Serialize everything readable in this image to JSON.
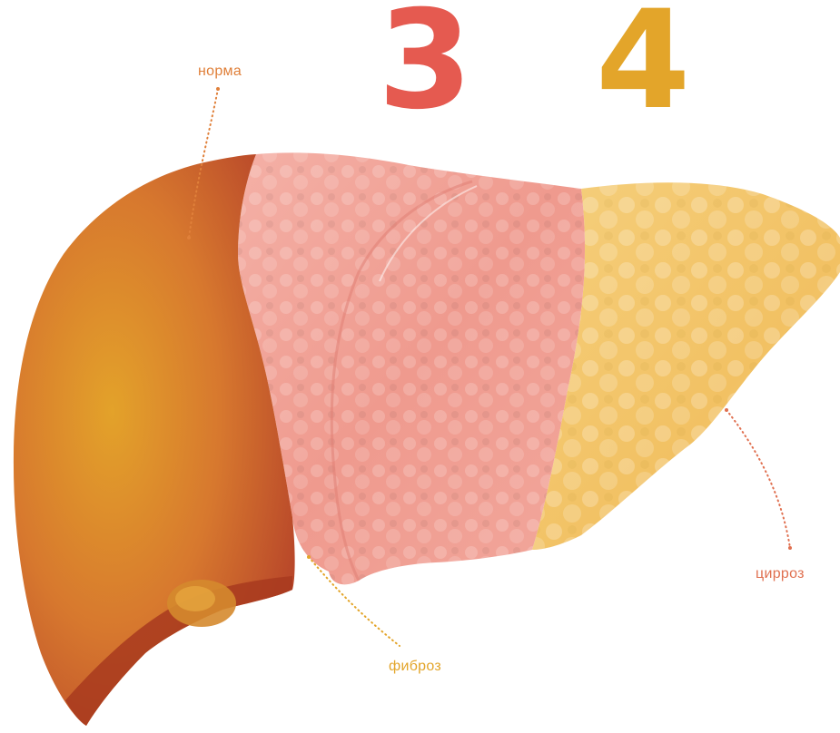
{
  "stages": {
    "three": "3",
    "four": "4"
  },
  "labels": {
    "norma": "норма",
    "fibroz": "фиброз",
    "cirroz": "цирроз"
  },
  "colors": {
    "stage_three": "#e55a50",
    "stage_four": "#e3a52a",
    "label_norma": "#e0803a",
    "label_fibroz": "#e3a52a",
    "label_cirroz": "#e07050",
    "liver_normal": "#c8602c",
    "liver_fibrosis": "#f09a90",
    "liver_cirrhosis": "#f2c46a"
  }
}
